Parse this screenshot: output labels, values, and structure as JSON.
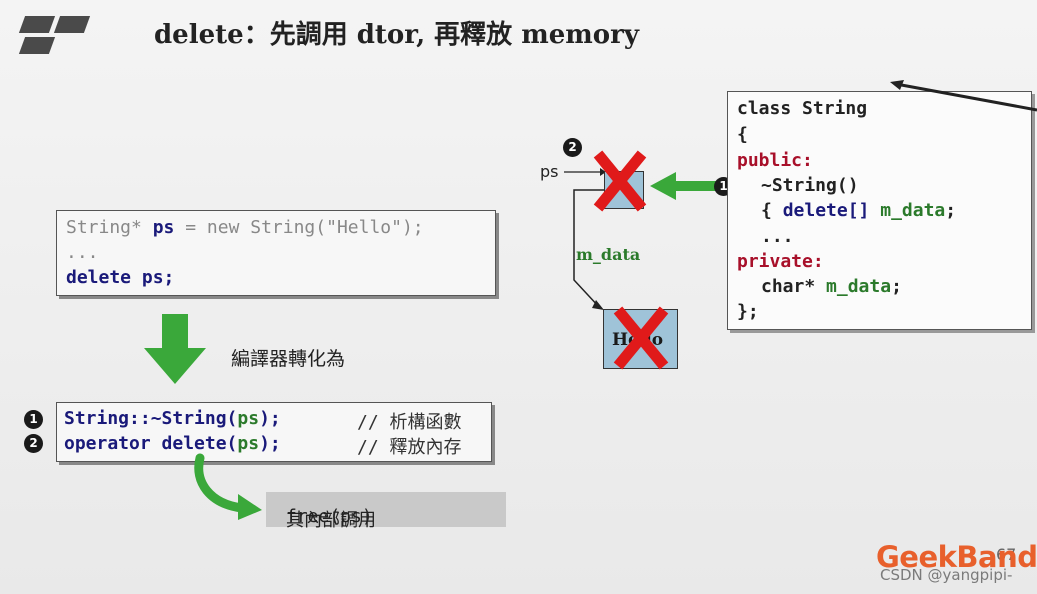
{
  "slide": {
    "title": "delete：先調用 dtor, 再釋放 memory",
    "compile_label": "編譯器轉化為",
    "free_note_prefix": "其內部調用 ",
    "free_note_code": "free(ps)",
    "page_number": "67"
  },
  "code_top": {
    "line1_pre": "String* ",
    "line1_ps": "ps",
    "line1_post": " = new String(\"Hello\");",
    "line2": "...",
    "line3_kw": "delete",
    "line3_ps": " ps;"
  },
  "code_bottom": {
    "step1_badge": "1",
    "step1_a": "String::~String(",
    "step1_ps": "ps",
    "step1_b": ");",
    "step1_comment": "// 析構函數",
    "step2_badge": "2",
    "step2_a": "operator delete(",
    "step2_ps": "ps",
    "step2_b": ");",
    "step2_comment": "// 釋放內存"
  },
  "class_def": {
    "line1": "class String",
    "line2": "{",
    "line3": "public:",
    "line4": "~String()",
    "line5_a": "{ ",
    "line5_kw": "delete[]",
    "line5_var": " m_data",
    "line5_b": ";",
    "line6": "...",
    "line7": "private:",
    "line8_a": "char* ",
    "line8_var": "m_data",
    "line8_b": ";",
    "line9": "};"
  },
  "diagram": {
    "ps_label": "ps",
    "mdata_label": "m_data",
    "hello_text": "Hello",
    "badge_dtor": "1",
    "badge_free": "2"
  },
  "brand": {
    "logo": "GeekBand",
    "watermark": "CSDN @yangpipi-"
  },
  "colors": {
    "arrow_green": "#3aa83a",
    "cross_red": "#e01a1a",
    "box_blue": "#9fc3d8",
    "logo_orange": "#e8602c"
  }
}
